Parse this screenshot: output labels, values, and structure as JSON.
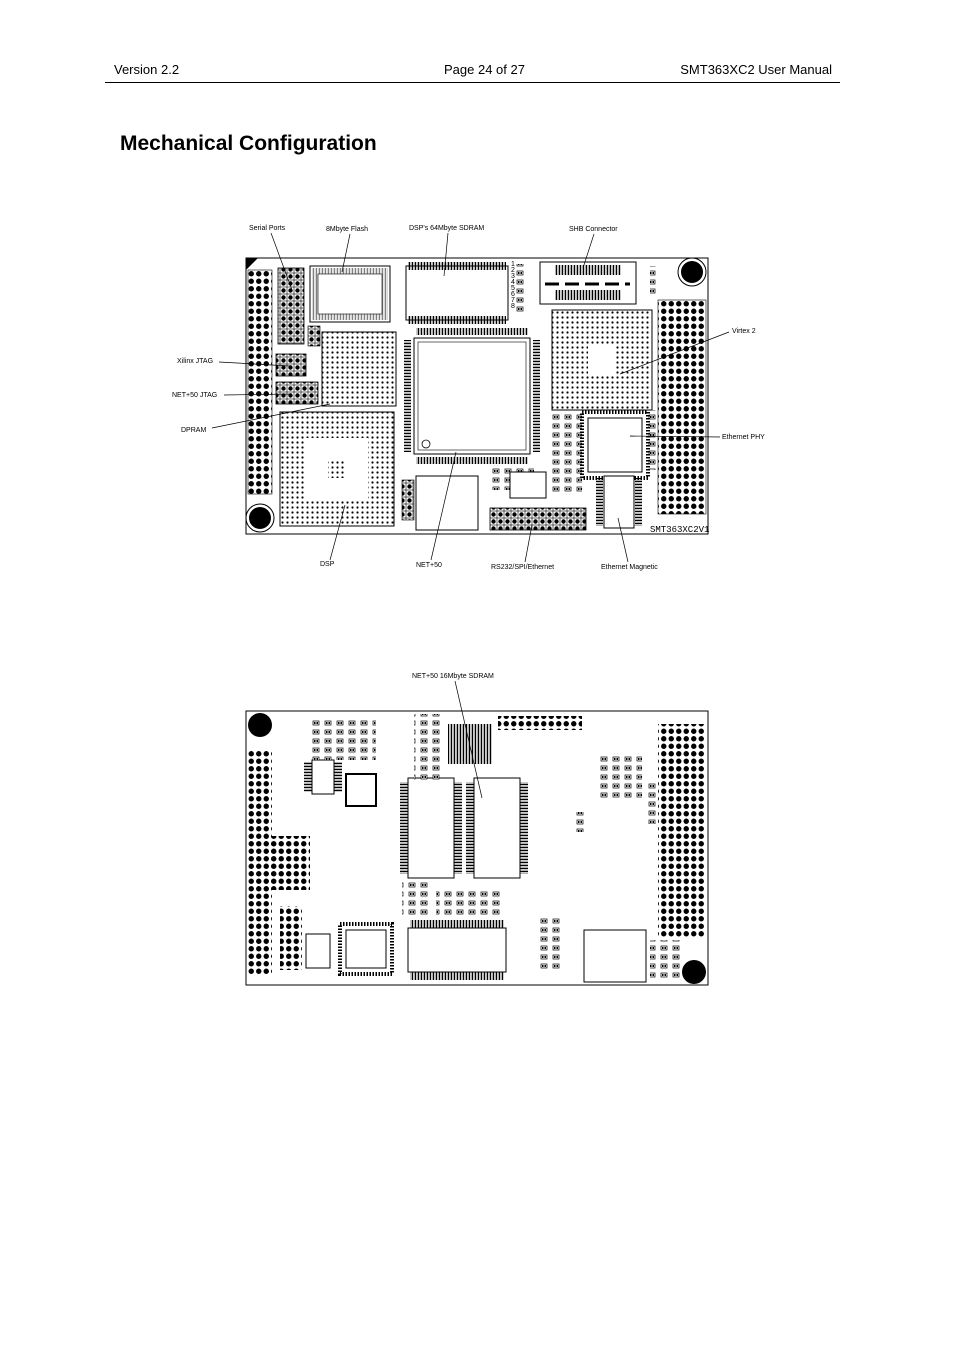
{
  "header": {
    "version": "Version 2.2",
    "page": "Page 24 of 27",
    "doc_title": "SMT363XC2 User Manual"
  },
  "section_title": "Mechanical Configuration",
  "top_view": {
    "labels": {
      "serial_ports": "Serial Ports",
      "flash": "8Mbyte Flash",
      "dsp_sdram": "DSP's 64Mbyte SDRAM",
      "shb_connector": "SHB Connector",
      "virtex2": "Virtex 2",
      "xilinx_jtag": "Xilinx JTAG",
      "net50_jtag": "NET+50 JTAG",
      "dpram": "DPRAM",
      "ethernet_phy": "Ethernet PHY",
      "dsp": "DSP",
      "net50": "NET+50",
      "rs232": "RS232/SPI/Ethernet",
      "eth_magnetic": "Ethernet Magnetic"
    },
    "silkscreen": "SMT363XC2V1",
    "switch_numbers": [
      "1",
      "2",
      "3",
      "4",
      "5",
      "6",
      "7",
      "8"
    ]
  },
  "bottom_view": {
    "labels": {
      "net50_sdram": "NET+50 16Mbyte SDRAM"
    }
  }
}
